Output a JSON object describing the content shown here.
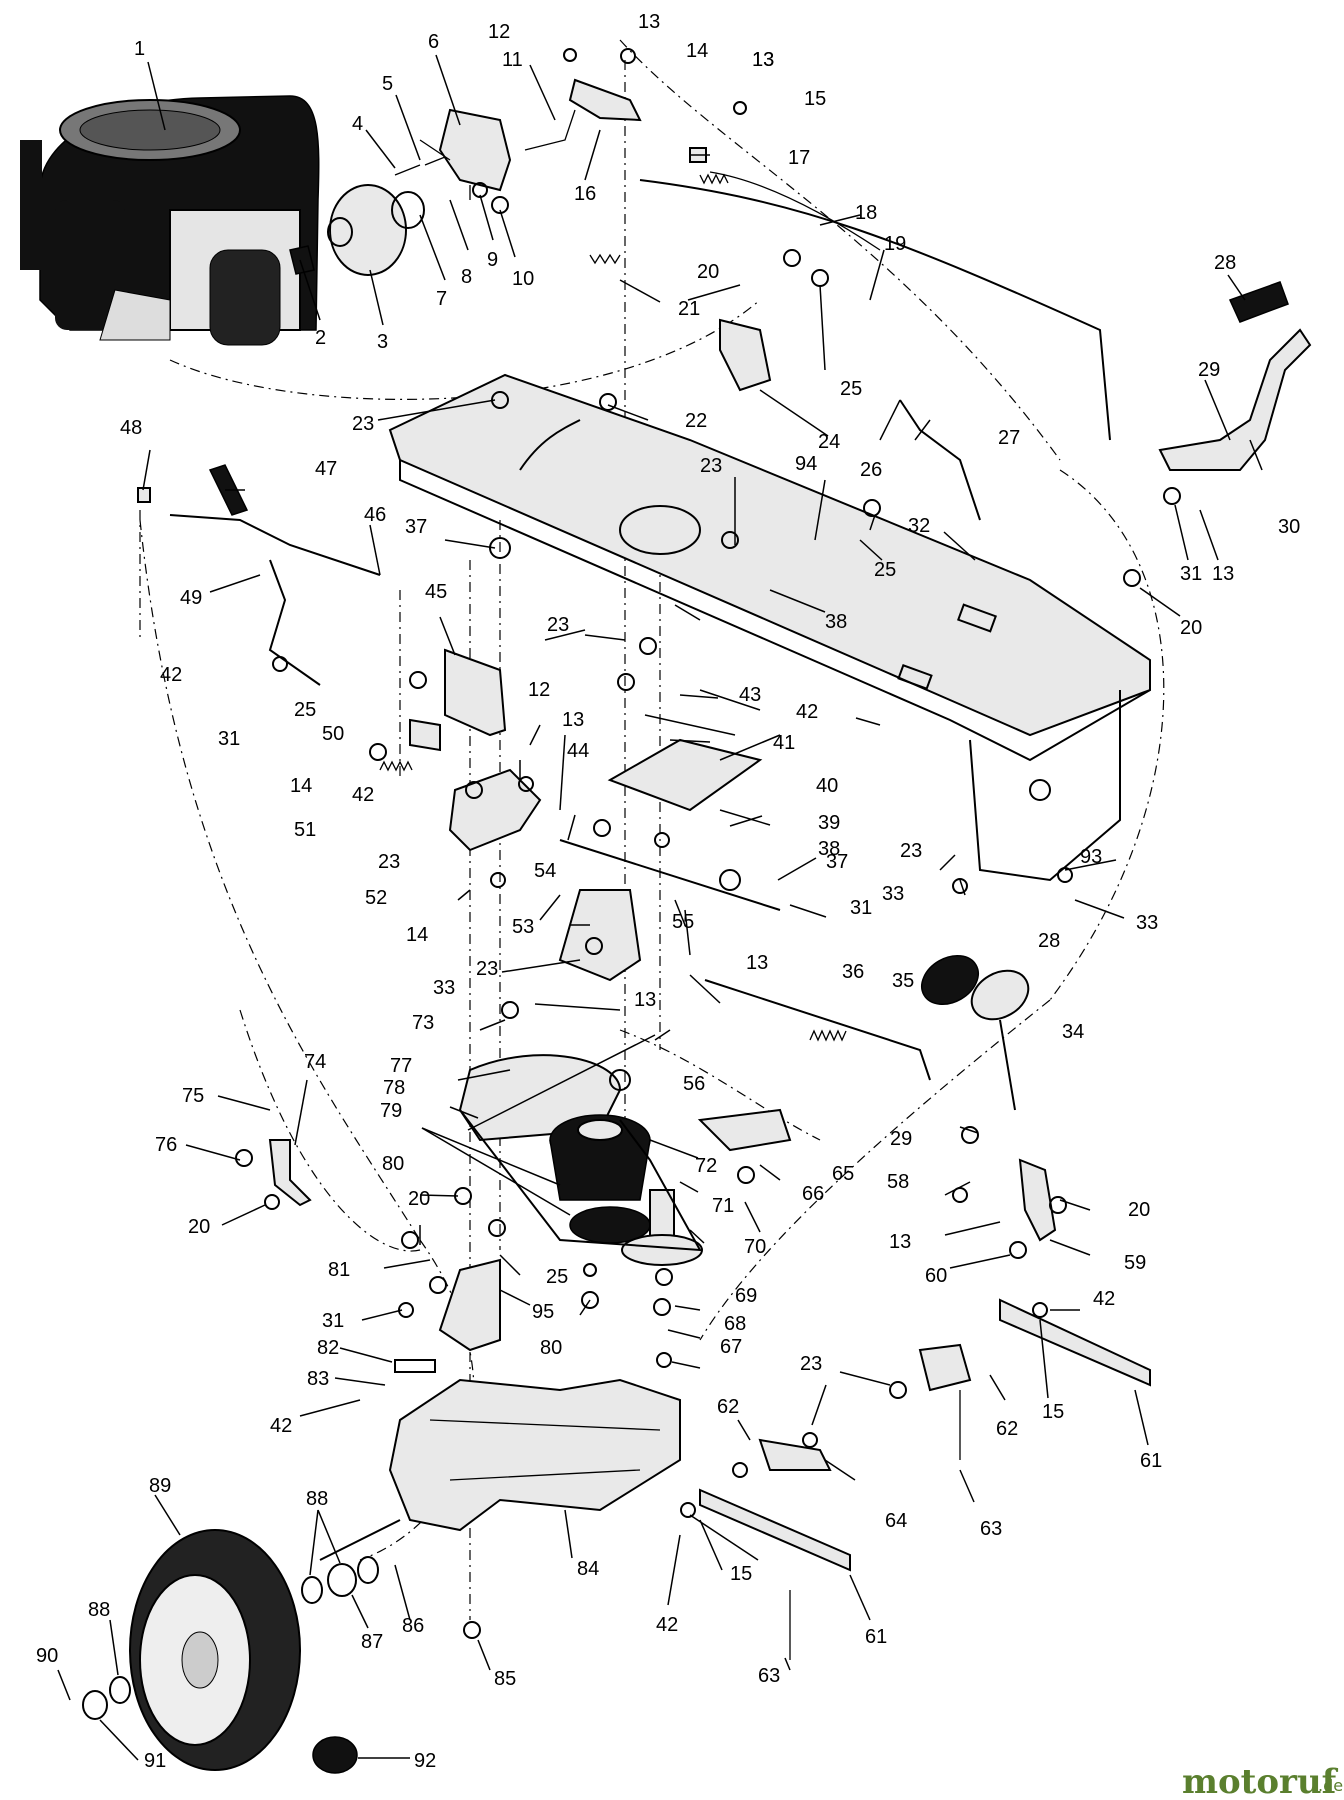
{
  "callouts": [
    "1",
    "2",
    "3",
    "4",
    "5",
    "6",
    "7",
    "8",
    "9",
    "10",
    "11",
    "12",
    "13",
    "13",
    "14",
    "13",
    "15",
    "16",
    "17",
    "18",
    "19",
    "20",
    "21",
    "22",
    "23",
    "24",
    "25",
    "26",
    "27",
    "28",
    "29",
    "30",
    "31",
    "13",
    "32",
    "25",
    "20",
    "94",
    "23",
    "37",
    "38",
    "46",
    "47",
    "48",
    "49",
    "45",
    "23",
    "12",
    "13",
    "43",
    "41",
    "42",
    "40",
    "44",
    "39",
    "38",
    "37",
    "31",
    "13",
    "55",
    "54",
    "53",
    "23",
    "14",
    "52",
    "23",
    "51",
    "42",
    "50",
    "25",
    "14",
    "42",
    "31",
    "23",
    "93",
    "33",
    "33",
    "28",
    "35",
    "36",
    "34",
    "33",
    "73",
    "13",
    "56",
    "77",
    "78",
    "79",
    "72",
    "71",
    "70",
    "66",
    "65",
    "29",
    "58",
    "20",
    "13",
    "59",
    "60",
    "80",
    "20",
    "81",
    "25",
    "95",
    "31",
    "82",
    "83",
    "42",
    "80",
    "69",
    "68",
    "67",
    "23",
    "42",
    "62",
    "15",
    "61",
    "62",
    "42",
    "15",
    "64",
    "63",
    "61",
    "63",
    "74",
    "75",
    "76",
    "20",
    "89",
    "88",
    "88",
    "87",
    "86",
    "84",
    "90",
    "91",
    "85",
    "92"
  ],
  "watermark": {
    "main": "motoruf",
    "suffix": ".de"
  }
}
